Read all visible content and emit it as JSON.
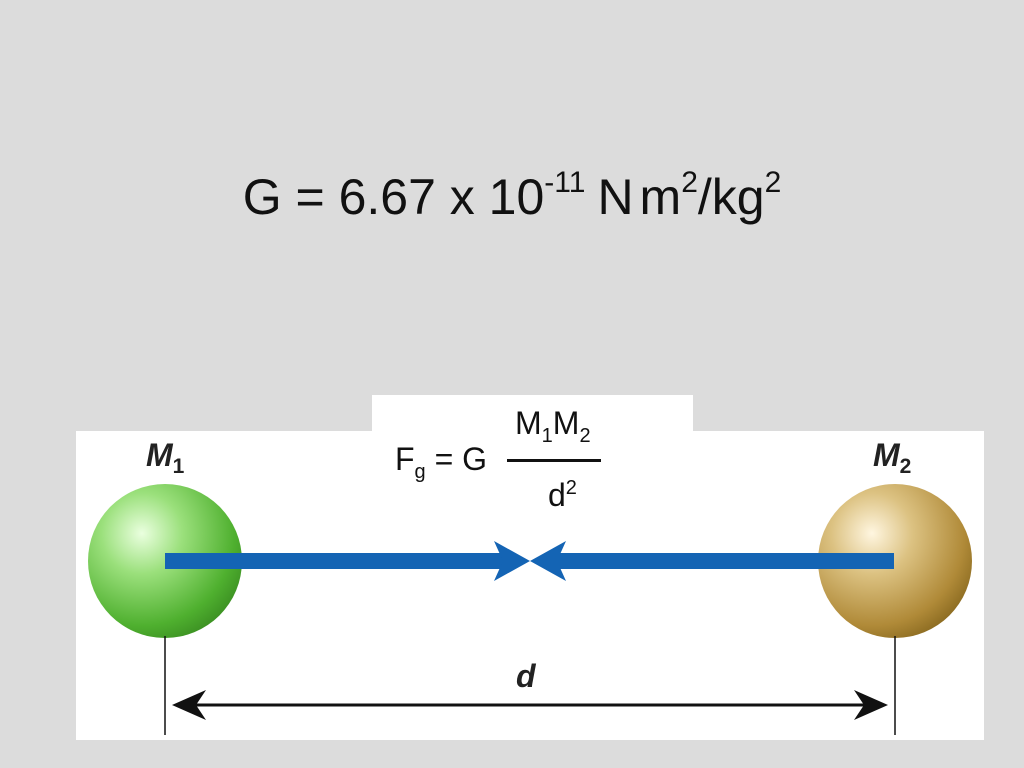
{
  "constant_equation": {
    "lhs": "G = 6.67 x 10",
    "exponent": "-11",
    "unit_n": "N",
    "unit_m": "m",
    "unit_m_exp": "2",
    "unit_kg": "/kg",
    "unit_kg_exp": "2"
  },
  "formula": {
    "lhs_f": "F",
    "lhs_sub": "g",
    "lhs_rest": " = G",
    "num_m1": "M",
    "num_m1_sub": "1",
    "num_m2": "M",
    "num_m2_sub": "2",
    "den_d": "d",
    "den_exp": "2"
  },
  "masses": {
    "m1": {
      "letter": "M",
      "sub": "1",
      "color": "#5cc03c"
    },
    "m2": {
      "letter": "M",
      "sub": "2",
      "color": "#b89a4a"
    }
  },
  "distance_label": "d",
  "colors": {
    "background": "#dcdcdc",
    "panel": "#ffffff",
    "force_arrow": "#1464b4",
    "dimension_line": "#111111"
  }
}
